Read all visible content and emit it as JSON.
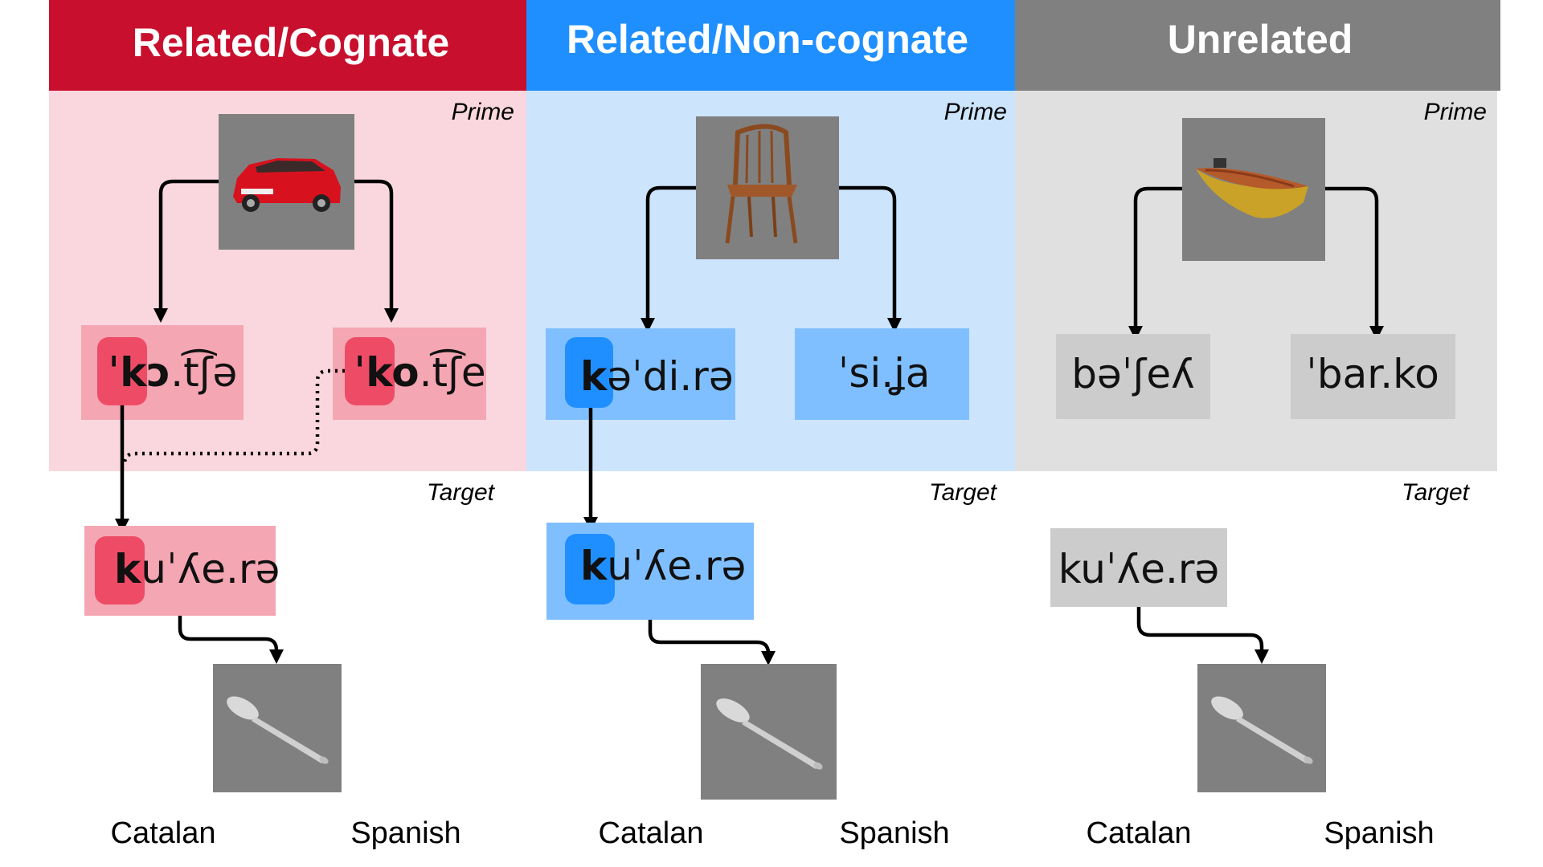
{
  "colors": {
    "cognate_header": "#c8102e",
    "cognate_panel": "#fad7de",
    "cognate_box": "#f4a6b2",
    "cognate_highlight": "#ee4c66",
    "noncognate_header": "#1f8fff",
    "noncognate_panel": "#cce4fc",
    "noncognate_box": "#80bfff",
    "noncognate_highlight": "#1f8fff",
    "unrelated_header": "#808080",
    "unrelated_panel": "#e0e0e0",
    "unrelated_box": "#cccccc",
    "photo_background": "#808080"
  },
  "columns": [
    {
      "id": "cognate",
      "header": "Related/Cognate",
      "prime_label": "Prime",
      "target_label": "Target",
      "prime_picture": "car-icon",
      "target_picture": "spoon-icon",
      "catalan_prime": {
        "bold": "ˈkɔ",
        "rest": ".t͡ʃə"
      },
      "spanish_prime": {
        "bold": "ˈko",
        "rest": ".t͡ʃe"
      },
      "target_word": {
        "bold": "k",
        "rest": "uˈʎe.rə"
      },
      "catalan_label": "Catalan",
      "spanish_label": "Spanish"
    },
    {
      "id": "noncognate",
      "header": "Related/Non-cognate",
      "prime_label": "Prime",
      "target_label": "Target",
      "prime_picture": "chair-icon",
      "target_picture": "spoon-icon",
      "catalan_prime": {
        "bold": "k",
        "rest": "əˈdi.rə"
      },
      "spanish_prime": {
        "bold": "",
        "rest": "ˈsi.ʝa"
      },
      "target_word": {
        "bold": "k",
        "rest": "uˈʎe.rə"
      },
      "catalan_label": "Catalan",
      "spanish_label": "Spanish"
    },
    {
      "id": "unrelated",
      "header": "Unrelated",
      "prime_label": "Prime",
      "target_label": "Target",
      "prime_picture": "boat-icon",
      "target_picture": "spoon-icon",
      "catalan_prime": {
        "bold": "",
        "rest": "bəˈʃeʎ"
      },
      "spanish_prime": {
        "bold": "",
        "rest": "ˈbar.ko"
      },
      "target_word": {
        "bold": "",
        "rest": "kuˈʎe.rə"
      },
      "catalan_label": "Catalan",
      "spanish_label": "Spanish"
    }
  ]
}
